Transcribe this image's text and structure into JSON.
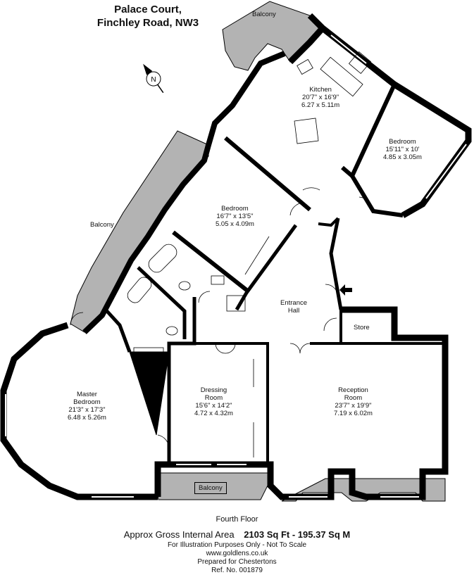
{
  "header": {
    "line1": "Palace Court,",
    "line2": "Finchley Road, NW3"
  },
  "compass": {
    "letter": "N",
    "icon": "compass-north-arrow-icon"
  },
  "rooms": {
    "kitchen": {
      "name": "Kitchen",
      "imperial": "20'7\" x 16'9\"",
      "metric": "6.27 x 5.11m"
    },
    "bedroom_east": {
      "name": "Bedroom",
      "imperial": "15'11\" x 10'",
      "metric": "4.85 x 3.05m"
    },
    "bedroom_mid": {
      "name": "Bedroom",
      "imperial": "16'7\" x 13'5\"",
      "metric": "5.05 x 4.09m"
    },
    "entrance_hall": {
      "line1": "Entrance",
      "line2": "Hall"
    },
    "store": {
      "name": "Store"
    },
    "master_bedroom": {
      "line1": "Master",
      "line2": "Bedroom",
      "imperial": "21'3\" x 17'3\"",
      "metric": "6.48 x 5.26m"
    },
    "dressing_room": {
      "line1": "Dressing",
      "line2": "Room",
      "imperial": "15'6\" x 14'2\"",
      "metric": "4.72 x 4.32m"
    },
    "reception_room": {
      "line1": "Reception",
      "line2": "Room",
      "imperial": "23'7\" x 19'9\"",
      "metric": "7.19 x 6.02m"
    }
  },
  "balconies": {
    "top": "Balcony",
    "west": "Balcony",
    "bottom": "Balcony"
  },
  "footer": {
    "floor": "Fourth Floor",
    "area_label": "Approx Gross Internal Area",
    "area_value": "2103 Sq Ft  -  195.37 Sq M",
    "disclaimer": "For Illustration Purposes Only - Not To Scale",
    "website": "www.goldlens.co.uk",
    "prepared_for": "Prepared for Chestertons",
    "ref": "Ref. No. 001879"
  },
  "colors": {
    "wall": "#000000",
    "balcony_fill": "#b3b3b3",
    "background": "#ffffff"
  }
}
